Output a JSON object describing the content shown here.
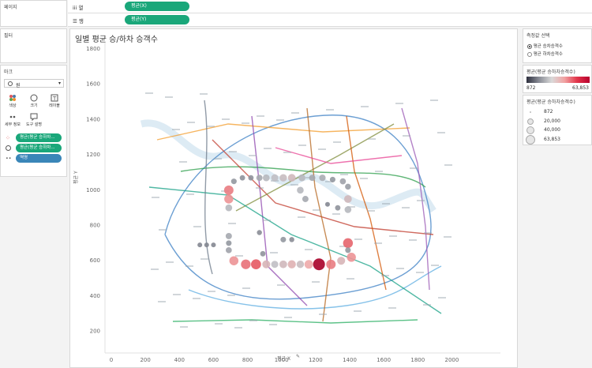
{
  "left": {
    "pages_title": "페이지",
    "filter_title": "필터",
    "marks_title": "마크",
    "mark_type": "원",
    "buttons": [
      "색상",
      "크기",
      "레이블",
      "세부 정보",
      "도구 설명"
    ],
    "pills": [
      "평균(평균 승하차...",
      "평균(평균 승하차...",
      "역명"
    ]
  },
  "shelves": {
    "columns_label": "열",
    "columns_pill": "평균(X)",
    "rows_label": "행",
    "rows_pill": "평균(Y)"
  },
  "viz": {
    "title": "일별 평균 승/하차 승객수",
    "y_axis_label": "평균 Y",
    "x_axis_label": "평균 X",
    "y_ticks": [
      "1800",
      "1600",
      "1400",
      "1200",
      "1000",
      "800",
      "600",
      "400",
      "200"
    ],
    "x_ticks": [
      "0",
      "200",
      "400",
      "600",
      "800",
      "1000",
      "1200",
      "1400",
      "1600",
      "1800",
      "2000"
    ]
  },
  "right": {
    "measure_title": "측정값 선택",
    "radio_options": [
      "평균 승차승객수",
      "평균 하차승객수"
    ],
    "color_legend_title": "평균(평균 승하차승객수)",
    "color_min": "872",
    "color_max": "63,853",
    "size_legend_title": "평균(평균 승하차승객수)",
    "size_values": [
      "872",
      "20,000",
      "40,000",
      "63,853"
    ]
  },
  "chart_data": {
    "type": "scatter",
    "xlim": [
      0,
      2100
    ],
    "ylim": [
      100,
      1800
    ],
    "points": [
      {
        "x": 690,
        "y": 660,
        "v": 8000
      },
      {
        "x": 690,
        "y": 700,
        "v": 6000
      },
      {
        "x": 690,
        "y": 740,
        "v": 9000
      },
      {
        "x": 690,
        "y": 900,
        "v": 12000
      },
      {
        "x": 690,
        "y": 950,
        "v": 30000
      },
      {
        "x": 690,
        "y": 1000,
        "v": 34000
      },
      {
        "x": 720,
        "y": 1050,
        "v": 6000
      },
      {
        "x": 770,
        "y": 1070,
        "v": 5000
      },
      {
        "x": 820,
        "y": 1070,
        "v": 5000
      },
      {
        "x": 870,
        "y": 1070,
        "v": 9000
      },
      {
        "x": 910,
        "y": 1070,
        "v": 12000
      },
      {
        "x": 960,
        "y": 1070,
        "v": 14000
      },
      {
        "x": 1010,
        "y": 1070,
        "v": 16000
      },
      {
        "x": 1060,
        "y": 1070,
        "v": 18000
      },
      {
        "x": 1120,
        "y": 1070,
        "v": 12000
      },
      {
        "x": 1180,
        "y": 1070,
        "v": 9000
      },
      {
        "x": 1240,
        "y": 1070,
        "v": 10000
      },
      {
        "x": 1300,
        "y": 1060,
        "v": 6000
      },
      {
        "x": 1360,
        "y": 1050,
        "v": 8000
      },
      {
        "x": 1390,
        "y": 1020,
        "v": 7000
      },
      {
        "x": 1390,
        "y": 950,
        "v": 18000
      },
      {
        "x": 1390,
        "y": 890,
        "v": 12000
      },
      {
        "x": 1390,
        "y": 700,
        "v": 38000
      },
      {
        "x": 1390,
        "y": 660,
        "v": 6000
      },
      {
        "x": 720,
        "y": 600,
        "v": 30000
      },
      {
        "x": 790,
        "y": 580,
        "v": 36000
      },
      {
        "x": 850,
        "y": 580,
        "v": 40000
      },
      {
        "x": 910,
        "y": 580,
        "v": 20000
      },
      {
        "x": 960,
        "y": 580,
        "v": 14000
      },
      {
        "x": 1010,
        "y": 580,
        "v": 18000
      },
      {
        "x": 1060,
        "y": 580,
        "v": 22000
      },
      {
        "x": 1110,
        "y": 580,
        "v": 16000
      },
      {
        "x": 1160,
        "y": 580,
        "v": 26000
      },
      {
        "x": 1220,
        "y": 580,
        "v": 63853
      },
      {
        "x": 1290,
        "y": 580,
        "v": 34000
      },
      {
        "x": 1350,
        "y": 600,
        "v": 20000
      },
      {
        "x": 1410,
        "y": 620,
        "v": 30000
      },
      {
        "x": 1010,
        "y": 720,
        "v": 6000
      },
      {
        "x": 1060,
        "y": 720,
        "v": 4000
      },
      {
        "x": 890,
        "y": 640,
        "v": 5000
      },
      {
        "x": 1110,
        "y": 1000,
        "v": 12000
      },
      {
        "x": 1140,
        "y": 950,
        "v": 9000
      },
      {
        "x": 520,
        "y": 690,
        "v": 3000
      },
      {
        "x": 560,
        "y": 690,
        "v": 3000
      },
      {
        "x": 600,
        "y": 690,
        "v": 3000
      },
      {
        "x": 1330,
        "y": 900,
        "v": 5000
      },
      {
        "x": 1270,
        "y": 920,
        "v": 3000
      },
      {
        "x": 870,
        "y": 760,
        "v": 4000
      }
    ]
  }
}
